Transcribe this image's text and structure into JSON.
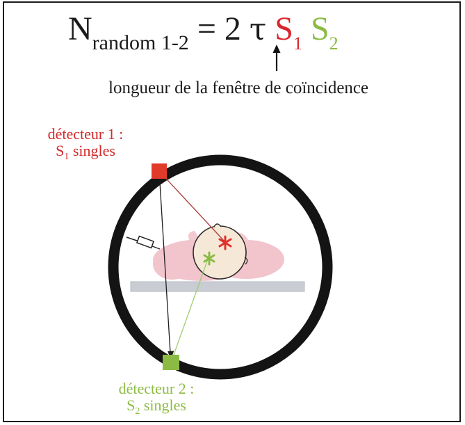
{
  "formula": {
    "N": "N",
    "subscript": "random 1-2",
    "equals": "= 2",
    "tau": "τ",
    "s1_letter": "S",
    "s1_sub": "1",
    "s2_letter": "S",
    "s2_sub": "2"
  },
  "annotation": {
    "window_label": "longueur de la fenêtre de coïncidence"
  },
  "detector1": {
    "line1": "détecteur 1 :",
    "line2_letter": "S",
    "line2_sub": "1",
    "line2_rest": " singles"
  },
  "detector2": {
    "line1": "détecteur 2 :",
    "line2_letter": "S",
    "line2_sub": "2",
    "line2_rest": " singles"
  },
  "colors": {
    "detector1": "#e03a2a",
    "detector2": "#8cbb45",
    "ring": "#141414",
    "patient": "#f2c4cc",
    "bed": "#c9ccd3"
  }
}
